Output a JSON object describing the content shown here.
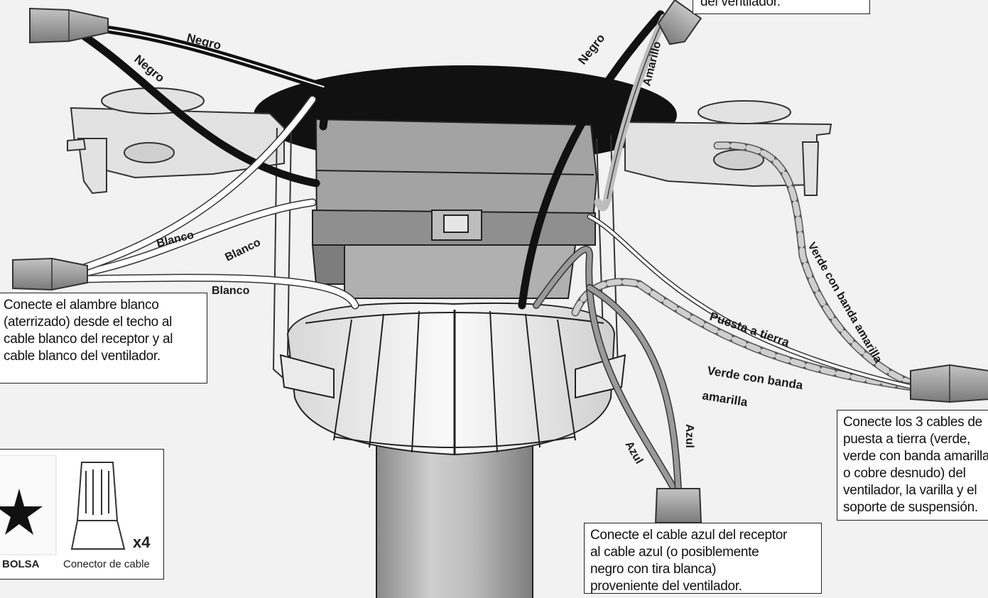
{
  "wire_labels": {
    "negro_top": "Negro",
    "negro_left": "Negro",
    "negro_center": "Negro",
    "amarillo": "Amarillo",
    "blanco_1": "Blanco",
    "blanco_2": "Blanco",
    "blanco_3": "Blanco",
    "verde_banda_right": "Verde con banda amarilla",
    "puesta_tierra": "Puesta a tierra",
    "verde_banda_line1": "Verde con banda",
    "verde_banda_line2": "amarilla",
    "azul_left": "Azul",
    "azul_right": "Azul"
  },
  "callouts": {
    "top_right_partial": "del ventilador.",
    "white": [
      "Conecte el alambre blanco",
      "(aterrizado) desde el techo al",
      "cable blanco del receptor y al",
      "cable blanco del ventilador."
    ],
    "blue": [
      "Conecte el cable azul del receptor",
      "al cable azul (o posiblemente",
      "negro con tira blanca)",
      "proveniente del ventilador."
    ],
    "ground": [
      "Conecte los 3 cables de",
      "puesta a tierra (verde,",
      "verde con banda amarilla",
      "o cobre desnudo) del",
      "ventilador, la varilla y el",
      "soporte de suspensión."
    ]
  },
  "legend": {
    "bag_label": "BOLSA",
    "connector_label": "Conector de cable",
    "quantity": "x4"
  },
  "colors": {
    "black": "#111111",
    "gray_body": "#9d9d9d",
    "dark_gray": "#6f6f6f",
    "background": "#f2f2f2"
  }
}
